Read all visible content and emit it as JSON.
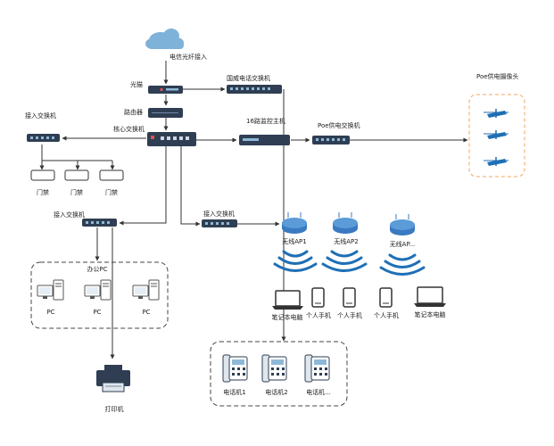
{
  "labels": {
    "fiber_access": "电信光纤接入",
    "optical_modem": "光猫",
    "router": "路由器",
    "core_switch": "核心交换机",
    "phone_switch": "国威电话交换机",
    "nvr_16ch": "16路监控主机",
    "poe_switch": "Poe供电交换机",
    "poe_camera": "Poe供电摄像头",
    "access_switch_top": "接入交换机",
    "access_switch_left": "接入交换机",
    "access_switch_mid": "接入交换机",
    "door_access": [
      "门禁",
      "门禁",
      "门禁"
    ],
    "office_pc": "办公PC",
    "pcs": [
      "PC",
      "PC",
      "PC"
    ],
    "printer": "打印机",
    "wireless_aps": [
      "无线AP1",
      "无线AP2",
      "无线AP..."
    ],
    "clients": [
      "笔记本电脑",
      "个人手机",
      "个人手机",
      "个人手机",
      "笔记本电脑"
    ],
    "phones": [
      "电话机1",
      "电话机2",
      "电话机..."
    ]
  },
  "colors": {
    "line": "#333333",
    "device_dark": "#2f3e52",
    "cloud": "#7fb2d9",
    "wifi": "#1f6fb5",
    "camera": "#1f6fb5",
    "router_ap": "#3a7ac0",
    "dashed_group": "#444444",
    "camera_box": "#f5a45c",
    "light_line": "#d86b6b"
  },
  "icons": {
    "cloud": "cloud-icon",
    "modem": "modem-icon",
    "router": "router-icon",
    "switch": "switch-icon",
    "camera": "camera-icon",
    "ap": "wireless-ap-icon",
    "pc": "desktop-pc-icon",
    "printer": "printer-icon",
    "laptop": "laptop-icon",
    "phone": "phone-icon",
    "desk_phone": "desk-phone-icon"
  }
}
